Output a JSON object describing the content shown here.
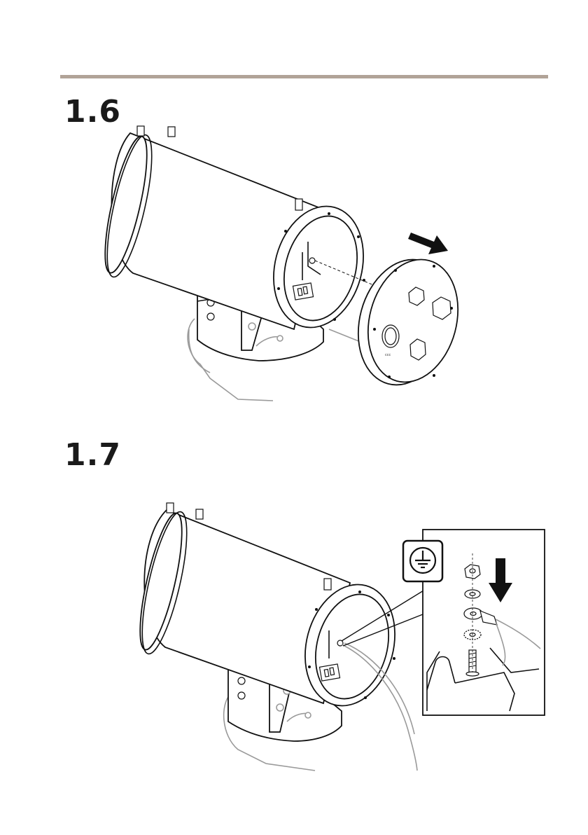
{
  "steps": [
    {
      "number": "1.6"
    },
    {
      "number": "1.7"
    }
  ],
  "colors": {
    "rule": "#b1a397",
    "line": "#111111",
    "ghost": "#9a9a9a"
  },
  "icons": {
    "step_1_6": [
      "camera-housing-illustration",
      "rear-cover-illustration",
      "pull-direction-arrow-icon"
    ],
    "step_1_7": [
      "camera-housing-illustration",
      "protective-earth-icon",
      "press-down-arrow-icon",
      "hex-nut-icon",
      "washer-icon",
      "cable-lug-icon",
      "lock-washer-icon",
      "ground-stud-icon"
    ]
  }
}
